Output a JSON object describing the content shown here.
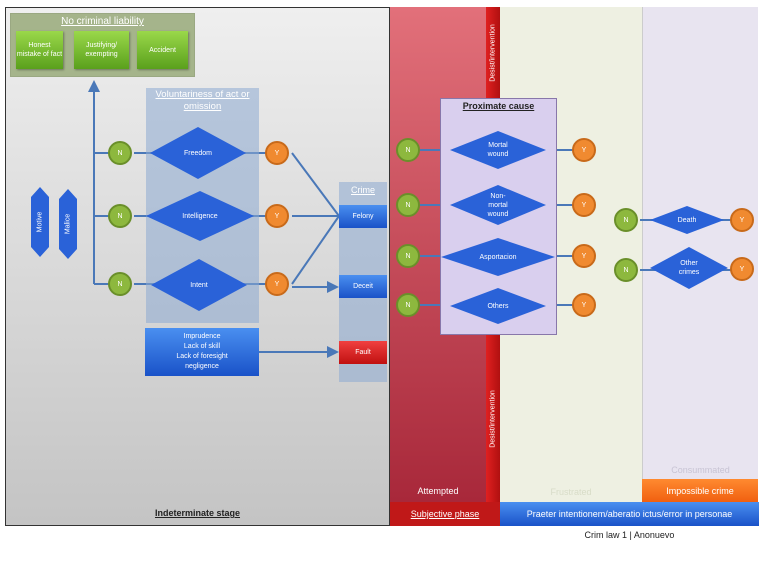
{
  "colors": {
    "blue": "#1a52c8",
    "green_node": "#8db83e",
    "orange_node": "#f08a30",
    "attempted_red": "#c01818",
    "connector": "#4a78b8"
  },
  "no_criminal_liability": {
    "title": "No criminal liability",
    "items": [
      "Honest mistake of fact",
      "Justifying/ exempting",
      "Accident"
    ]
  },
  "indeterminate": {
    "side_labels": [
      "Motive",
      "Malice"
    ],
    "voluntariness_title": "Voluntariness of act or omission",
    "elements": [
      "Freedom",
      "Intelligence",
      "Intent"
    ],
    "no_label": "N",
    "yes_label": "Y",
    "culpa_lines": [
      "Imprudence",
      "Lack of skill",
      "Lack of foresight",
      "negligence"
    ],
    "crime_title": "Crime",
    "crime_types": [
      "Felony",
      "Deceit",
      "Fault"
    ],
    "stage_label": "Indeterminate stage"
  },
  "attempted": {
    "label": "Attempted",
    "desist_label": "Desist/intervention",
    "phase_label": "Subjective phase"
  },
  "proximate_cause": {
    "title": "Proximate cause",
    "items": [
      "Mortal wound",
      "Non-mortal wound",
      "Asportacion",
      "Others"
    ]
  },
  "frustrated": {
    "label": "Frustrated"
  },
  "consummated": {
    "label": "Consummated",
    "items": [
      "Death",
      "Other crimes"
    ],
    "impossible_label": "Impossible crime"
  },
  "praeter_label": "Praeter intentionem/aberatio ictus/error in personae",
  "footer": "Crim law 1 | Anonuevo"
}
